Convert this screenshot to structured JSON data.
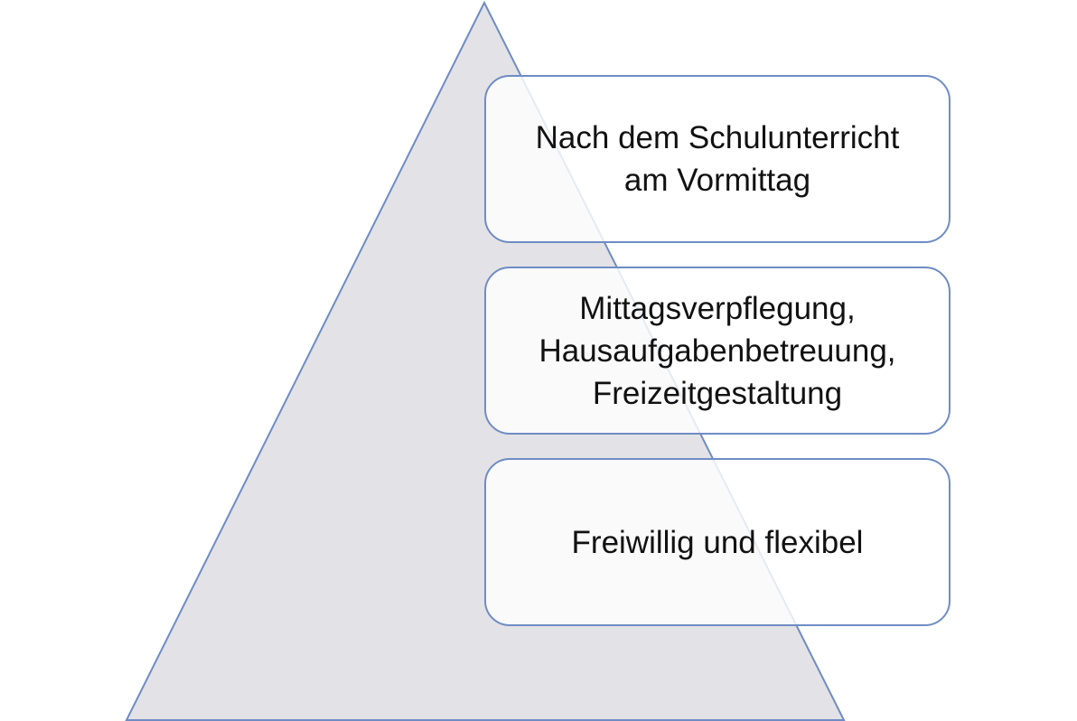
{
  "diagram": {
    "colors": {
      "pyramid_fill": "#e3e2e6",
      "pyramid_stroke": "#6f8cc4",
      "box_border": "#6f8cc4",
      "text": "#111111"
    },
    "boxes": [
      {
        "text": "Nach dem Schulunterricht\nam Vormittag"
      },
      {
        "text": "Mittagsverpflegung,\nHausaufgabenbetreuung,\nFreizeitgestaltung"
      },
      {
        "text": "Freiwillig und flexibel"
      }
    ]
  }
}
